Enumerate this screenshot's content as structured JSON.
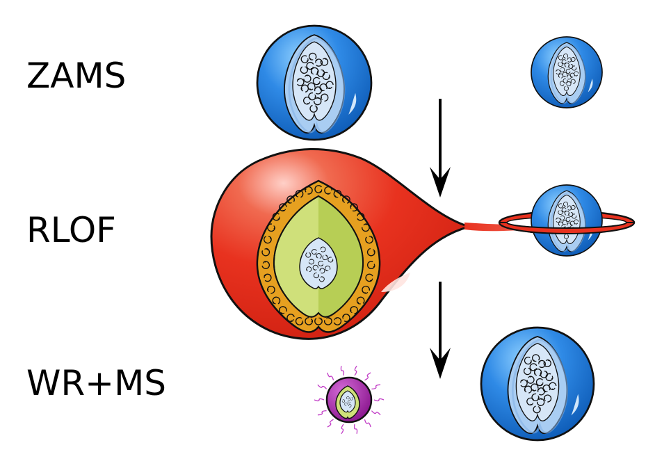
{
  "stages": [
    {
      "id": "zams",
      "label": "ZAMS"
    },
    {
      "id": "rlof",
      "label": "RLOF"
    },
    {
      "id": "wrms",
      "label": "WR+MS"
    }
  ],
  "colors": {
    "ms_envelope": "#2f8ae6",
    "ms_inner_layer": "#a9cdf2",
    "ms_core": "#d6e6f7",
    "giant_envelope": "#e8321f",
    "convective_shell": "#e6a020",
    "radiative_layer": "#cfe07a",
    "wr_envelope": "#9c1f9e",
    "accretion_disk": "#e8321f",
    "arrow": "#000000"
  },
  "icons": [
    "downward-arrow-icon",
    "convection-swirl-icon"
  ]
}
